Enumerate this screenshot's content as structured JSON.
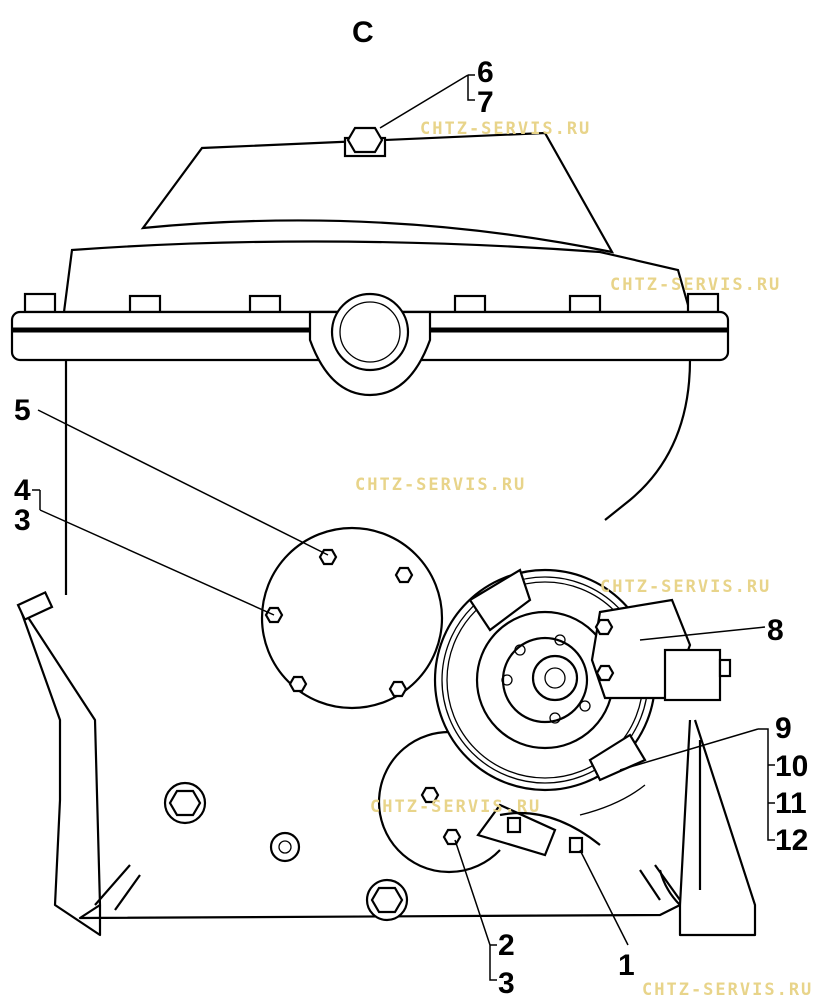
{
  "view_label": "C",
  "watermark": "CHTZ-SERVIS.RU",
  "callouts": {
    "c1": "1",
    "c2": "2",
    "c3a": "3",
    "c3b": "3",
    "c4": "4",
    "c5": "5",
    "c6": "6",
    "c7": "7",
    "c8": "8",
    "c9": "9",
    "c10": "10",
    "c11": "11",
    "c12": "12"
  }
}
